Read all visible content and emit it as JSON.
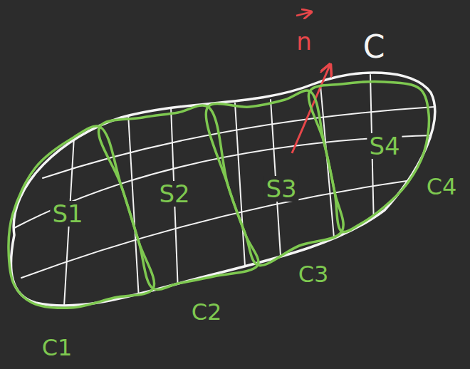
{
  "diagram": {
    "nodes": [
      {
        "text": [
          "S1"
        ]
      },
      {
        "text": [
          "S2"
        ]
      },
      {
        "text": [
          "S3"
        ]
      },
      {
        "text": [
          "S4"
        ]
      }
    ],
    "labels": [
      "n",
      "C",
      "C4",
      "C3",
      "C2",
      "C1"
    ]
  }
}
